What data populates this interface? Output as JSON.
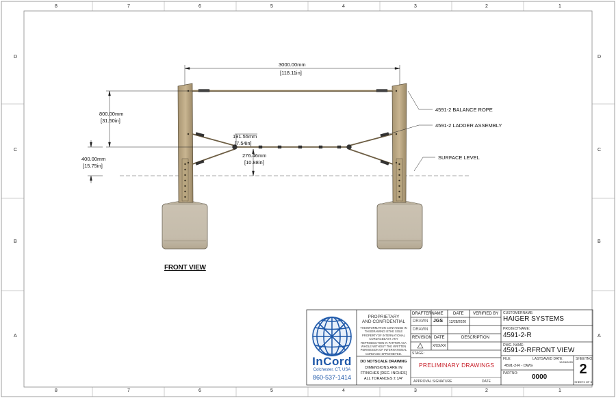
{
  "border": {
    "top_zones": [
      "8",
      "7",
      "6",
      "5",
      "4",
      "3",
      "2",
      "1"
    ],
    "bottom_zones": [
      "8",
      "7",
      "6",
      "5",
      "4",
      "3",
      "2",
      "1"
    ],
    "left_zones": [
      "D",
      "C",
      "B",
      "A"
    ],
    "right_zones": [
      "D",
      "C",
      "B",
      "A"
    ]
  },
  "drawing": {
    "view_title": "FRONT VIEW",
    "dimensions": {
      "span_mm": "3000.00mm",
      "span_in": "[118.11in]",
      "rope_height_mm": "800.00mm",
      "rope_height_in": "[31.50in]",
      "ladder_drop_mm": "191.55mm",
      "ladder_drop_in": "[7.54in]",
      "ladder_height_mm": "276.46mm",
      "ladder_height_in": "[10.88in]",
      "ground_height_mm": "400.00mm",
      "ground_height_in": "[15.75in]"
    },
    "callouts": {
      "balance_rope": "4591-2 BALANCE ROPE",
      "ladder_assembly": "4591-2 LADDER ASSEMBLY",
      "surface_level": "SURFACE LEVEL"
    }
  },
  "title_block": {
    "company": "InCord",
    "location": "Colchester,  CT, USA",
    "phone": "860-537-1414",
    "proprietary_title_1": "PROPRIETARY",
    "proprietary_title_2": "AND CONFIDENTIAL",
    "proprietary_text": "THEINFORMATION CONTAINED IN THISDRAWING  ISTHE SOLE PROPERTYOF INTERNATIONAL CORDAGEEAST.  ANY REPRODUCTION IN PARTOR  ASA WHOLE  WITHOUT  THE WRITTEN PERMISSION OF INTERNATIONAL CORDAGE  ISPROHIBITED.",
    "no_scale": "DO NOTSCALE DRAWING",
    "units_1": "DIMENSIONS ARE IN",
    "units_2": "FTINCHES [DEC. INCHES]",
    "tolerance": "ALL TORANCES ± 1/4\"",
    "drafter_header": "DRAFTERNAME",
    "date_header": "DATE",
    "verified_header": "VERIFIED BY",
    "drawn_label_1": "DRAWN",
    "drawn_by": "JGS",
    "drawn_date": "12/28/2020",
    "drawn_label_2": "DRAWN",
    "revision_header": "REVISION",
    "rev_date_header": "DATE",
    "description_header": "DESCRIPTION",
    "rev_date": "X/XX/XX",
    "stage_label": "STAGE:",
    "stage_value": "PRELIMINARY DRAWINGS",
    "approval_label": "APPROVAL  SIGNATURE",
    "approval_date_label": "DATE",
    "customer_label": "CUSTOMERNAME:",
    "customer": "HAIGER  SYSTEMS",
    "project_label": "PROJECTNAME:",
    "project": "4591-2-R",
    "dwg_name_label": "DWG. NAME:",
    "dwg_name": "4591-2-RFRONT  VIEW",
    "file_label": "FILE:",
    "lastsaved_label": "LASTSAVED DATE:",
    "lastsaved_date": "12/28/2020",
    "file": "4591-2-R - DWG",
    "partno_label": "PARTNO:",
    "partno": "0000",
    "sheetno_label": "SHEETNO.",
    "sheet": "2",
    "sheet_of": "SHEET2 OF 3"
  }
}
